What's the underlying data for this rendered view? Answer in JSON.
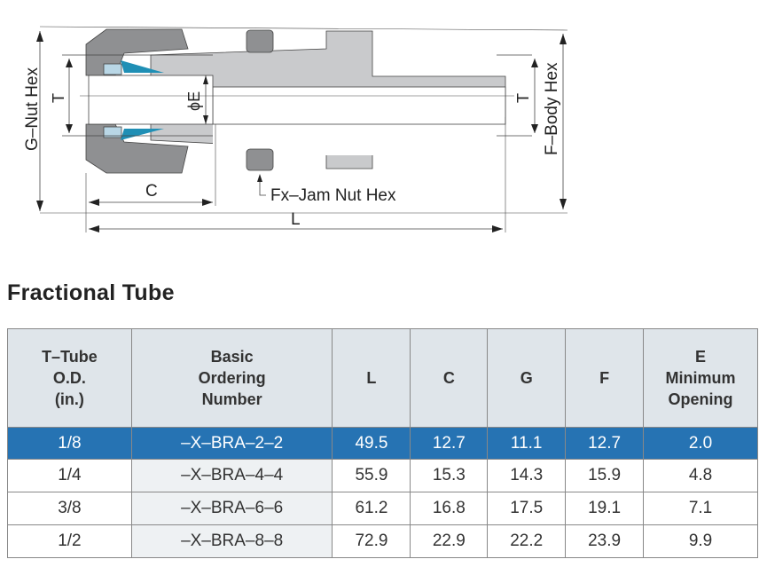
{
  "diagram": {
    "labels": {
      "g_nut_hex": "G–Nut Hex",
      "t_left": "T",
      "phi_e": "ϕE",
      "t_right": "T",
      "f_body_hex": "F–Body Hex",
      "c": "C",
      "fx_jam_nut_hex": "Fx–Jam Nut Hex",
      "l": "L"
    },
    "colors": {
      "nut": "#8f9092",
      "body": "#c9cacc",
      "ferrule": "#1f8fb5",
      "back_ferrule": "#b9d7e6"
    }
  },
  "section_title": "Fractional Tube",
  "table": {
    "headers": [
      [
        "T–Tube",
        "O.D.",
        "(in.)"
      ],
      [
        "Basic",
        "Ordering",
        "Number"
      ],
      [
        "L"
      ],
      [
        "C"
      ],
      [
        "G"
      ],
      [
        "F"
      ],
      [
        "E",
        "Minimum",
        "Opening"
      ]
    ],
    "rows": [
      [
        "1/8",
        "–X–BRA–2–2",
        "49.5",
        "12.7",
        "11.1",
        "12.7",
        "2.0"
      ],
      [
        "1/4",
        "–X–BRA–4–4",
        "55.9",
        "15.3",
        "14.3",
        "15.9",
        "4.8"
      ],
      [
        "3/8",
        "–X–BRA–6–6",
        "61.2",
        "16.8",
        "17.5",
        "19.1",
        "7.1"
      ],
      [
        "1/2",
        "–X–BRA–8–8",
        "72.9",
        "22.9",
        "22.2",
        "23.9",
        "9.9"
      ]
    ],
    "highlight_color": "#2673b3"
  }
}
